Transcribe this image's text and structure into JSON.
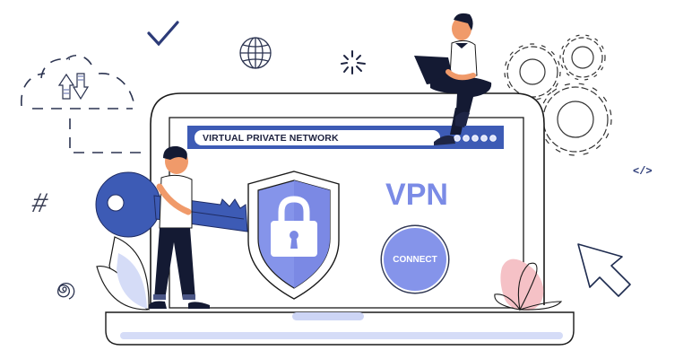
{
  "illustration": {
    "subject": "Virtual Private Network concept illustration",
    "address_bar": {
      "text": "VIRTUAL PRIVATE NETWORK",
      "dots_count": 5
    },
    "screen": {
      "title": "VPN",
      "connect_button": "CONNECT"
    },
    "decorations": {
      "code_tag": "</>",
      "hash": "#",
      "icons": [
        "checkmark-icon",
        "globe-icon",
        "sparkle-icon",
        "cloud-transfer-icon",
        "gears-icon",
        "cursor-arrow-icon",
        "spiral-icon",
        "shield-lock-icon",
        "key-icon"
      ]
    },
    "colors": {
      "primary_blue": "#3d5bb5",
      "light_blue": "#8594ea",
      "pale_blue": "#d5dcf7",
      "dark_navy": "#141a33",
      "skin": "#f09a6a",
      "pink": "#f5c1c6",
      "outline": "#222222"
    }
  }
}
